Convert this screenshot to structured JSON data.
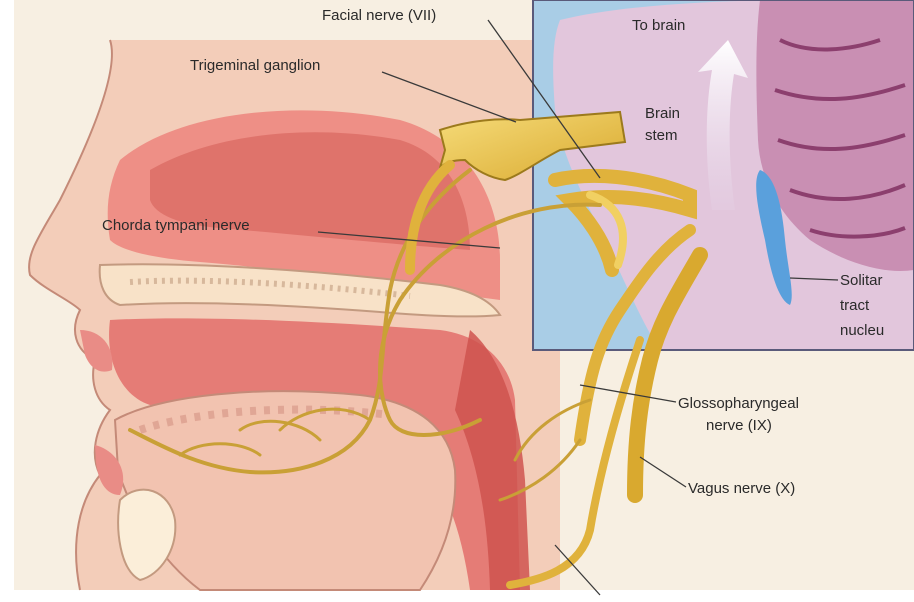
{
  "labels": {
    "facial_nerve": "Facial nerve (VII)",
    "trigeminal_ganglion": "Trigeminal ganglion",
    "to_brain": "To brain",
    "brain_stem_line1": "Brain",
    "brain_stem_line2": "stem",
    "chorda_tympani": "Chorda tympani nerve",
    "solitary_line1": "Solitar",
    "solitary_line2": "tract",
    "solitary_line3": "nucleu",
    "glossopharyngeal_line1": "Glossopharyngeal",
    "glossopharyngeal_line2": "nerve (IX)",
    "vagus": "Vagus nerve (X)"
  },
  "colors": {
    "skin": "#f3c9b6",
    "tissue_pink": "#ec8c84",
    "tissue_red": "#d65a55",
    "nerve_yellow": "#e8c34a",
    "nerve_outline": "#9c7a1c",
    "inset_blue": "#a9cde6",
    "brain_lilac": "#e2c6dc",
    "brain_purple": "#9a4f7c",
    "nucleus_blue": "#5aa0dc",
    "background": "#f7efe2"
  }
}
